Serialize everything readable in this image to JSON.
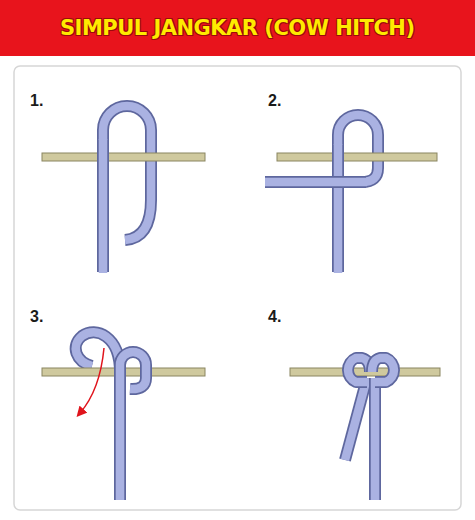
{
  "diagram": {
    "title": "SIMPUL JANGKAR (COW HITCH)",
    "labels": [
      "1.",
      "2.",
      "3.",
      "4."
    ]
  }
}
